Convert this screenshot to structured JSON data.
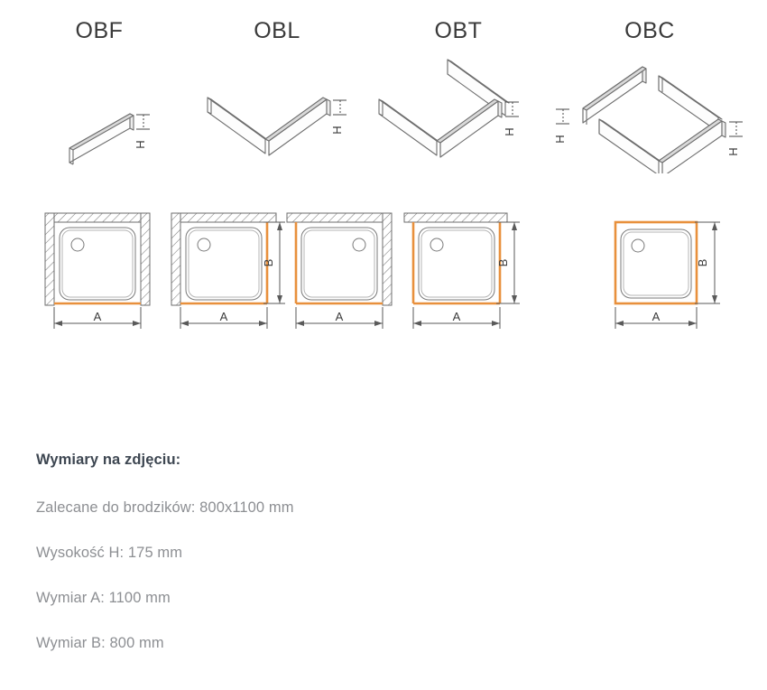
{
  "variants": [
    {
      "code": "OBF",
      "panels": 1,
      "shape": "single-front-panel",
      "h_label": "H"
    },
    {
      "code": "OBL",
      "panels": 2,
      "shape": "l-shape-corner",
      "h_label": "H"
    },
    {
      "code": "OBT",
      "panels": 3,
      "shape": "u-shape",
      "h_label": "H"
    },
    {
      "code": "OBC",
      "panels": 4,
      "shape": "closed-rectangle",
      "h_label": "H",
      "h_label_left": "H"
    }
  ],
  "plan_views": [
    {
      "id": "plan-obf",
      "walls": [
        "top",
        "left",
        "right"
      ],
      "panel_edges": [
        "bottom"
      ],
      "drain_position": "top-left",
      "dim_a_label": "A",
      "dim_b_label": ""
    },
    {
      "id": "plan-obl-left",
      "walls": [
        "top",
        "left"
      ],
      "panel_edges": [
        "right",
        "bottom"
      ],
      "drain_position": "top-left",
      "dim_a_label": "A",
      "dim_b_label": "B"
    },
    {
      "id": "plan-obl-right",
      "walls": [
        "top",
        "right"
      ],
      "panel_edges": [
        "left",
        "bottom"
      ],
      "drain_position": "top-right",
      "dim_a_label": "A",
      "dim_b_label": ""
    },
    {
      "id": "plan-obt",
      "walls": [
        "top"
      ],
      "panel_edges": [
        "left",
        "bottom",
        "right"
      ],
      "drain_position": "top-left",
      "dim_a_label": "A",
      "dim_b_label": "B"
    },
    {
      "id": "plan-obc",
      "walls": [],
      "panel_edges": [
        "top",
        "left",
        "bottom",
        "right"
      ],
      "drain_position": "top-left",
      "dim_a_label": "A",
      "dim_b_label": "B"
    }
  ],
  "specs": {
    "heading": "Wymiary na zdjęciu:",
    "lines": [
      "Zalecane do brodzików: 800x1100 mm",
      "Wysokość H: 175 mm",
      "Wymiar A: 1100 mm",
      "Wymiar B: 800 mm"
    ]
  },
  "colors": {
    "panel_orange": "#e8903c",
    "line_gray": "#6e6e6e",
    "wall_gray": "#8a8a8a",
    "text_dark": "#3d4651",
    "text_muted": "#8d8f93",
    "title": "#3a3a3a"
  }
}
